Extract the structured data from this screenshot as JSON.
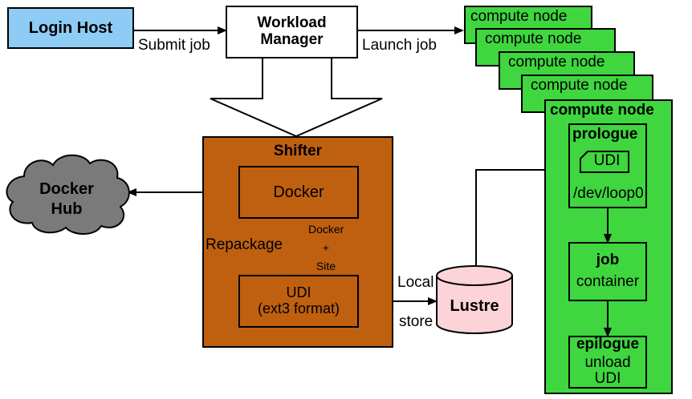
{
  "colors": {
    "login_host_fill": "#8ecbf5",
    "compute_fill": "#3fd63f",
    "shifter_fill": "#bf6010",
    "lustre_fill": "#fcd3d8",
    "cloud_fill": "#7a7a7a",
    "line": "#000000"
  },
  "login_host": {
    "label": "Login Host"
  },
  "workload_manager": {
    "line1": "Workload",
    "line2": "Manager"
  },
  "edges": {
    "submit_job": "Submit job",
    "launch_job": "Launch job",
    "repackage": "Repackage",
    "docker_site_1": "Docker",
    "docker_site_2": "+",
    "docker_site_3": "Site",
    "local_store_1": "Local",
    "local_store_2": "store"
  },
  "compute_nodes": {
    "stacked_labels": [
      "compute node",
      "compute node",
      "compute node",
      "compute node"
    ],
    "front_label": "compute node"
  },
  "shifter": {
    "title": "Shifter",
    "docker_label": "Docker",
    "udi_line1": "UDI",
    "udi_line2": "(ext3 format)"
  },
  "docker_hub": {
    "line1": "Docker",
    "line2": "Hub"
  },
  "lustre": {
    "label": "Lustre"
  },
  "prologue": {
    "title": "prologue",
    "udi_label": "UDI",
    "loop_label": "/dev/loop0"
  },
  "job": {
    "title": "job",
    "subtitle": "container"
  },
  "epilogue": {
    "title": "epilogue",
    "subtitle": "unload UDI"
  }
}
